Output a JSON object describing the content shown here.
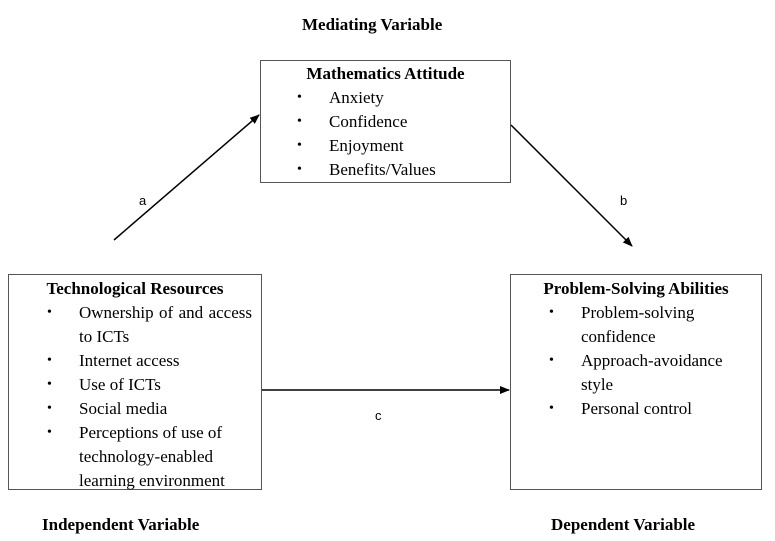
{
  "captions": {
    "mediating": "Mediating Variable",
    "independent": "Independent Variable",
    "dependent": "Dependent Variable"
  },
  "mediator": {
    "title": "Mathematics Attitude",
    "items": [
      "Anxiety",
      "Confidence",
      "Enjoyment",
      "Benefits/Values"
    ]
  },
  "independent_box": {
    "title": "Technological Resources",
    "items": [
      "Ownership of and access to ICTs",
      "Internet access",
      "Use of ICTs",
      "Social media",
      "Perceptions of use of technology-enabled learning environment"
    ]
  },
  "dependent_box": {
    "title": "Problem-Solving Abilities",
    "items": [
      "Problem-solving confidence",
      "Approach-avoidance style",
      "Personal control"
    ]
  },
  "paths": {
    "a": "a",
    "b": "b",
    "c": "c"
  },
  "bullet_glyph": "•"
}
